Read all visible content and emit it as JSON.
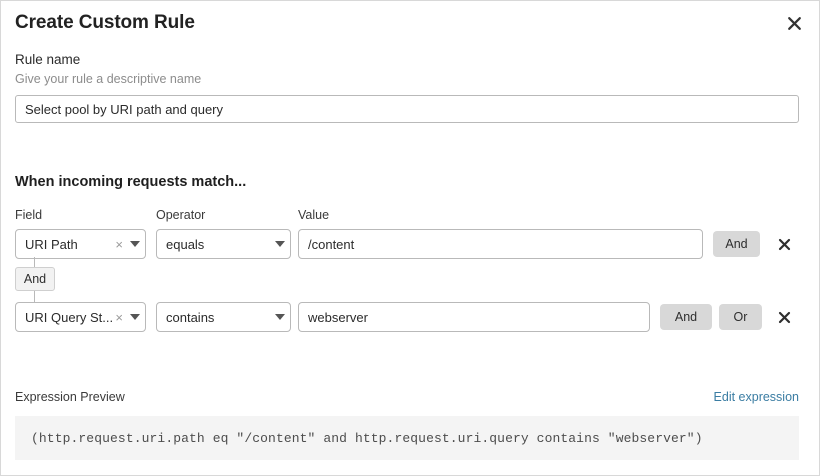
{
  "header": {
    "title": "Create Custom Rule",
    "close_icon": "close-icon"
  },
  "rule_name": {
    "label": "Rule name",
    "help": "Give your rule a descriptive name",
    "value": "Select pool by URI path and query",
    "placeholder": "Rule name"
  },
  "match_section": {
    "heading": "When incoming requests match...",
    "columns": {
      "field": "Field",
      "operator": "Operator",
      "value": "Value"
    },
    "connector": {
      "label": "And"
    },
    "rows": [
      {
        "field": "URI Path",
        "field_clear_icon": "clear-icon",
        "field_caret_icon": "chevron-down-icon",
        "operator": "equals",
        "operator_caret_icon": "chevron-down-icon",
        "value": "/content",
        "value_placeholder": "Value",
        "logic_buttons": [
          "And"
        ],
        "delete_icon": "close-icon"
      },
      {
        "field": "URI Query St...",
        "field_clear_icon": "clear-icon",
        "field_caret_icon": "chevron-down-icon",
        "operator": "contains",
        "operator_caret_icon": "chevron-down-icon",
        "value": "webserver",
        "value_placeholder": "Value",
        "logic_buttons": [
          "And",
          "Or"
        ],
        "delete_icon": "close-icon"
      }
    ]
  },
  "expression_preview": {
    "label": "Expression Preview",
    "edit_link": "Edit expression",
    "expression": "(http.request.uri.path eq \"/content\" and http.request.uri.query contains \"webserver\")"
  },
  "colors": {
    "link": "#3b7da3",
    "logic_button_bg": "#d8d8d8",
    "preview_bg": "#f4f4f4",
    "border": "#b9b9b9"
  }
}
